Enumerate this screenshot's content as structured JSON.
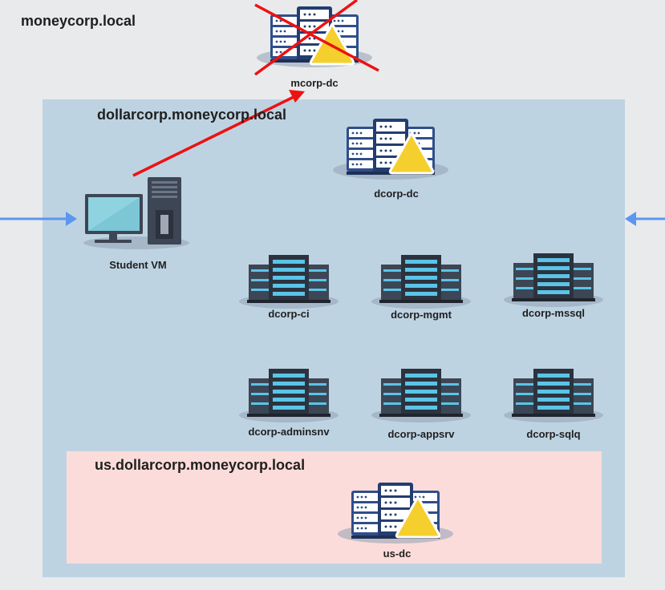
{
  "forests": {
    "root": "moneycorp.local",
    "child": "dollarcorp.moneycorp.local",
    "grandchild": "us.dollarcorp.moneycorp.local"
  },
  "hosts": {
    "mcorp_dc": "mcorp-dc",
    "dcorp_dc": "dcorp-dc",
    "student_vm": "Student VM",
    "dcorp_ci": "dcorp-ci",
    "dcorp_mgmt": "dcorp-mgmt",
    "dcorp_mssql": "dcorp-mssql",
    "dcorp_adminsrv": "dcorp-adminsnv",
    "dcorp_appsrv": "dcorp-appsrv",
    "dcorp_sqlq": "dcorp-sqlq",
    "us_dc": "us-dc"
  },
  "colors": {
    "background": "#e9eaec",
    "dollarcorp_zone": "#bed3e2",
    "us_zone": "#fbdcda",
    "attack_arrow": "#ee1111",
    "side_arrows": "#5b96f0",
    "warning": "#f5cf2e"
  },
  "icons": {
    "domain_controller": "server-rack-warning-icon",
    "member_server": "server-stack-icon",
    "workstation": "workstation-icon",
    "crossed_out": "red-x-icon"
  }
}
